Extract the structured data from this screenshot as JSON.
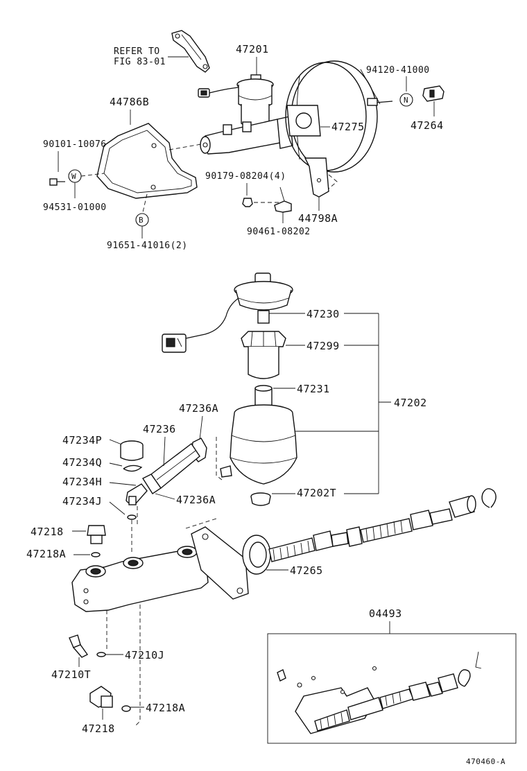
{
  "refer_note": [
    "REFER TO",
    "FIG 83-01"
  ],
  "callouts": {
    "p47201": "47201",
    "p44786B": "44786B",
    "p90101": "90101-10076",
    "p94531": "94531-01000",
    "p91651": "91651-41016(2)",
    "p94120": "94120-41000",
    "p47264": "47264",
    "p47275": "47275",
    "p90179": "90179-08204(4)",
    "p44798A": "44798A",
    "p90461": "90461-08202",
    "p47230": "47230",
    "p47299": "47299",
    "p47231": "47231",
    "p47202": "47202",
    "p47202T": "47202T",
    "p47236A_top": "47236A",
    "p47236": "47236",
    "p47234P": "47234P",
    "p47234Q": "47234Q",
    "p47234H": "47234H",
    "p47236A_bot": "47236A",
    "p47234J": "47234J",
    "p47218_top": "47218",
    "p47218A_top": "47218A",
    "p47265": "47265",
    "p04493": "04493",
    "p47210J": "47210J",
    "p47210T": "47210T",
    "p47218A_bot": "47218A",
    "p47218_bot": "47218"
  },
  "markers": {
    "w": "W",
    "b": "B",
    "n": "N"
  },
  "figure_id": "470460-A"
}
